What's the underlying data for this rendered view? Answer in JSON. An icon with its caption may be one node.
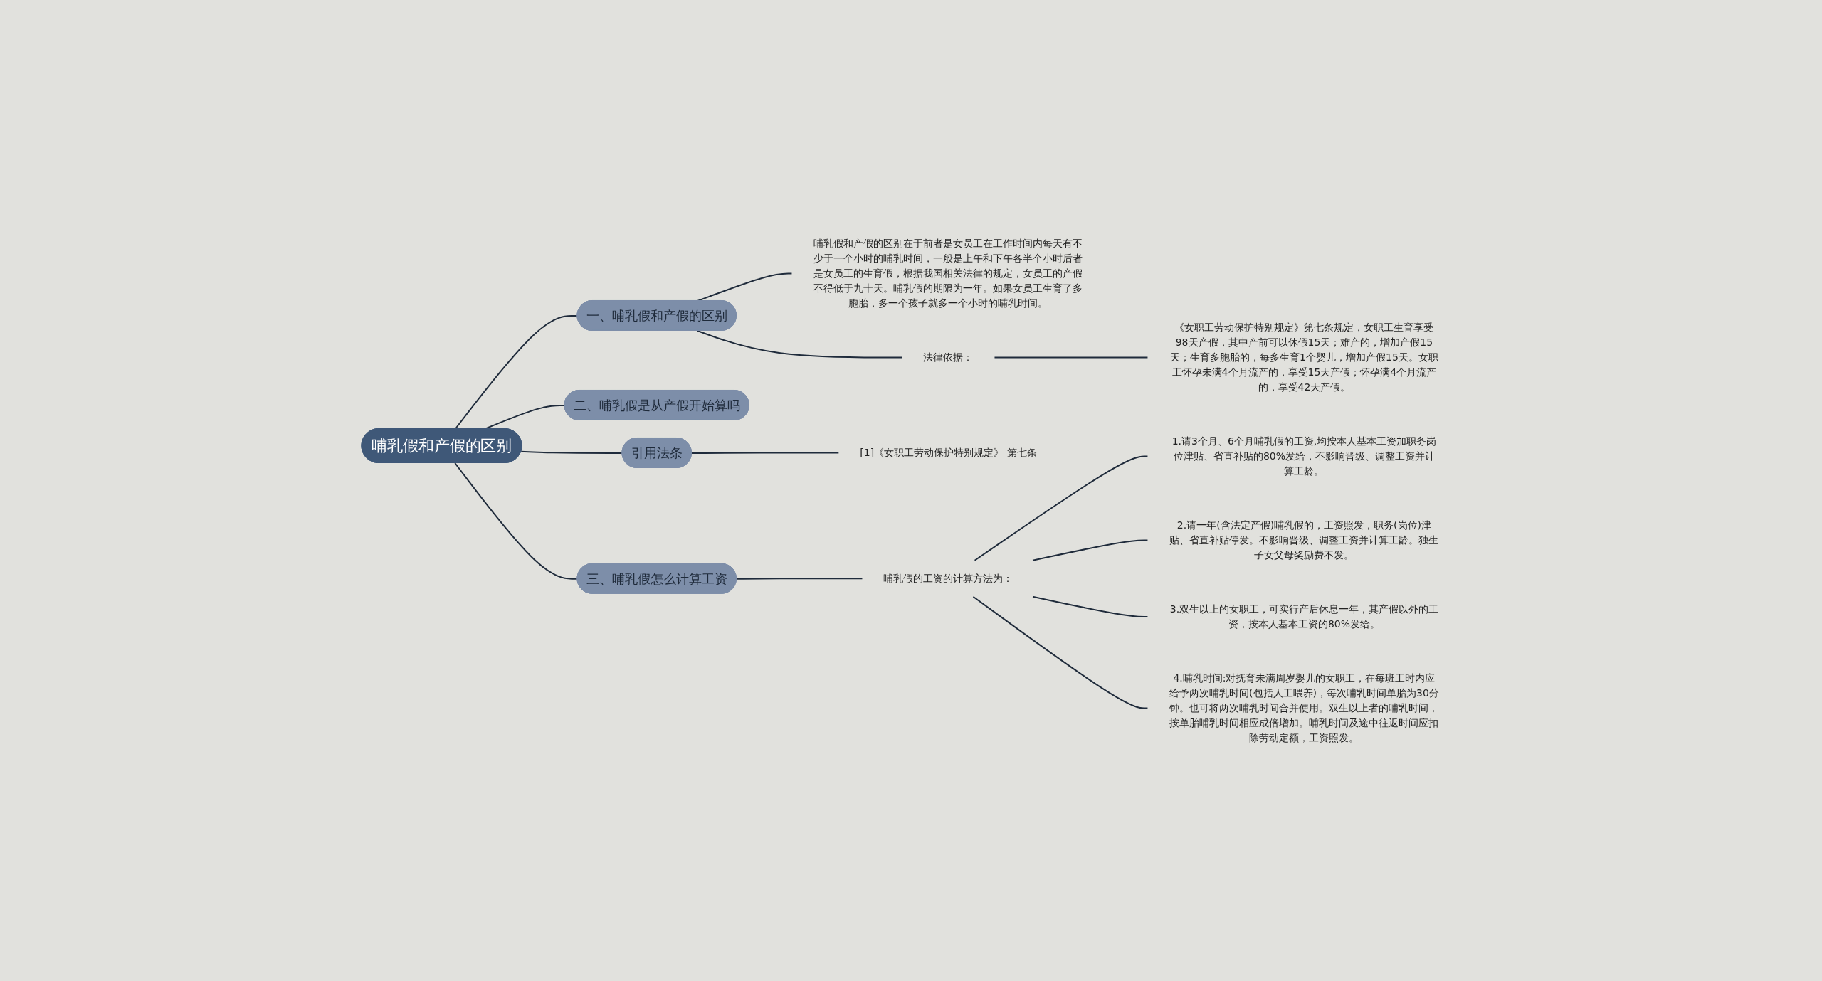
{
  "diagram": {
    "nodes": [
      {
        "text": [
          "哺乳假和产假的区别"
        ]
      },
      {
        "text": [
          "一、哺乳假和产假的区别"
        ]
      },
      {
        "text": [
          "哺乳假和产假的区别在于前者是女员工在工作时间内每天有不少于一个小时的哺乳时间，一般是上午和下午各半个小时后者是女员工的生育假，根据我国相关法律的规定，女员工的产假不得低于九十天。哺乳假的期限为一年。如果女员工生育了多胞胎，多一个孩子就多一个小时的哺乳时间。"
        ]
      },
      {
        "text": [
          "法律依据："
        ]
      },
      {
        "text": [
          "《女职工劳动保护特别规定》第七条规定，女职工生育享受98天产假，其中产前可以休假15天；难产的，增加产假15天；生育多胞胎的，每多生育1个婴儿，增加产假15天。女职工怀孕未满4个月流产的，享受15天产假；怀孕满4个月流产的，享受42天产假。"
        ]
      },
      {
        "text": [
          "二、哺乳假是从产假开始算吗"
        ]
      },
      {
        "text": [
          "引用法条"
        ]
      },
      {
        "text": [
          "[1]《女职工劳动保护特别规定》 第七条"
        ]
      },
      {
        "text": [
          "三、哺乳假怎么计算工资"
        ]
      },
      {
        "text": [
          "哺乳假的工资的计算方法为："
        ]
      },
      {
        "text": [
          "1.请3个月、6个月哺乳假的工资,均按本人基本工资加职务岗位津贴、省直补贴的80%发给，不影响晋级、调整工资并计算工龄。"
        ]
      },
      {
        "text": [
          "2.请一年(含法定产假)哺乳假的，工资照发，职务(岗位)津贴、省直补贴停发。不影响晋级、调整工资并计算工龄。独生子女父母奖励费不发。"
        ]
      },
      {
        "text": [
          "3.双生以上的女职工，可实行产后休息一年，其产假以外的工资，按本人基本工资的80%发给。"
        ]
      },
      {
        "text": [
          "4.哺乳时间:对抚育未满周岁婴儿的女职工，在每班工时内应给予两次哺乳时间(包括人工喂养)，每次哺乳时间单胎为30分钟。也可将两次哺乳时间合并使用。双生以上者的哺乳时间，按单胎哺乳时间相应成倍增加。哺乳时间及途中往返时间应扣除劳动定额，工资照发。"
        ]
      }
    ],
    "edges": [
      {
        "from": 0,
        "to": 1,
        "arrow": "none"
      },
      {
        "from": 1,
        "to": 2,
        "arrow": "none"
      },
      {
        "from": 1,
        "to": 3,
        "arrow": "none"
      },
      {
        "from": 3,
        "to": 4,
        "arrow": "none"
      },
      {
        "from": 0,
        "to": 5,
        "arrow": "none"
      },
      {
        "from": 0,
        "to": 6,
        "arrow": "none"
      },
      {
        "from": 6,
        "to": 7,
        "arrow": "none"
      },
      {
        "from": 0,
        "to": 8,
        "arrow": "none"
      },
      {
        "from": 8,
        "to": 9,
        "arrow": "none"
      },
      {
        "from": 9,
        "to": 10,
        "arrow": "none"
      },
      {
        "from": 9,
        "to": 11,
        "arrow": "none"
      },
      {
        "from": 9,
        "to": 12,
        "arrow": "none"
      },
      {
        "from": 9,
        "to": 13,
        "arrow": "none"
      }
    ]
  }
}
